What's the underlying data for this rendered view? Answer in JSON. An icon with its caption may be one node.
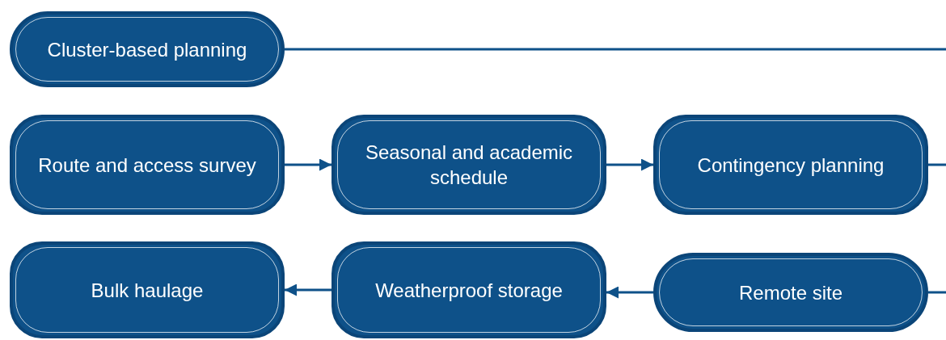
{
  "diagram": {
    "nodes": [
      {
        "text": [
          "Cluster-based planning"
        ]
      },
      {
        "text": [
          "Route and access survey"
        ]
      },
      {
        "text": [
          "Seasonal and academic schedule"
        ]
      },
      {
        "text": [
          "Contingency planning"
        ]
      },
      {
        "text": [
          "Bulk haulage"
        ]
      },
      {
        "text": [
          "Weatherproof storage"
        ]
      },
      {
        "text": [
          "Remote site"
        ]
      }
    ],
    "edges": [
      {
        "from": 0,
        "to": null,
        "arrow": "none"
      },
      {
        "from": 1,
        "to": 2,
        "arrow": "to"
      },
      {
        "from": 2,
        "to": 3,
        "arrow": "to"
      },
      {
        "from": 3,
        "to": null,
        "arrow": "none"
      },
      {
        "from": null,
        "to": 6,
        "arrow": "none"
      },
      {
        "from": 6,
        "to": 5,
        "arrow": "to"
      },
      {
        "from": 5,
        "to": 4,
        "arrow": "to"
      }
    ]
  }
}
